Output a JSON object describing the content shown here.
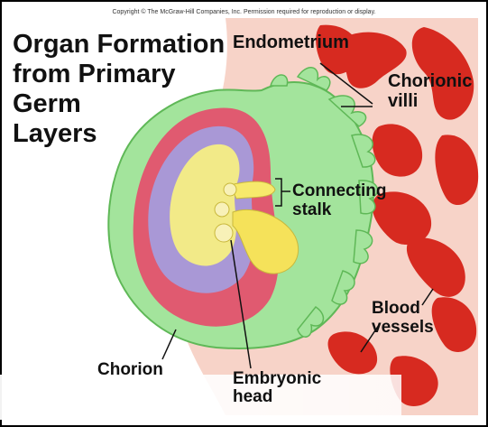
{
  "copyright": "Copyright © The McGraw-Hill Companies, Inc. Permission required for reproduction or display.",
  "title": {
    "line1": "Organ Formation",
    "line2": "from Primary",
    "line3": "Germ",
    "line4": "Layers"
  },
  "labels": {
    "endometrium": "Endometrium",
    "chorionic_1": "Chorionic",
    "chorionic_2": "villi",
    "connecting_1": "Connecting",
    "connecting_2": "stalk",
    "blood_1": "Blood",
    "blood_2": "vessels",
    "chorion": "Chorion",
    "embryonic_1": "Embryonic",
    "embryonic_2": "head"
  },
  "colors": {
    "endometrium": "#f6cfc3",
    "blood": "#d8261c",
    "chorion_green": "#9fe39a",
    "pink_layer": "#e0506a",
    "purple_layer": "#a99ad8",
    "yellow_layer": "#f3ec8a"
  }
}
